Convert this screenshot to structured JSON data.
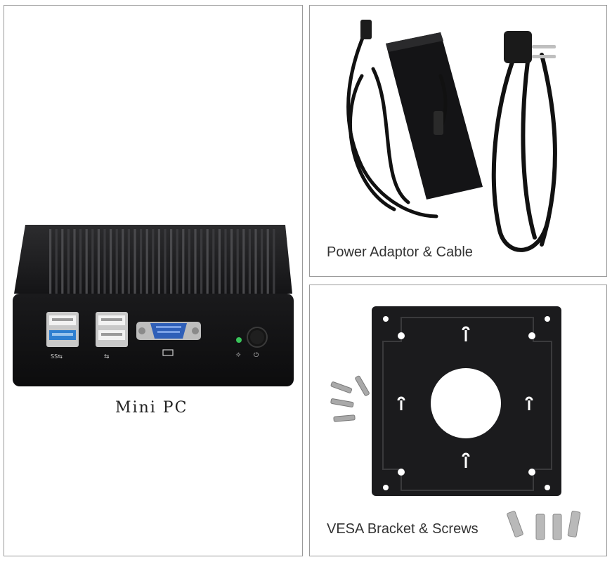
{
  "panels": {
    "mini_pc": {
      "caption": "Mini PC"
    },
    "power_adaptor": {
      "caption": "Power Adaptor & Cable"
    },
    "vesa_bracket": {
      "caption": "VESA Bracket & Screws"
    }
  },
  "colors": {
    "device_body": "#1c1c1e",
    "usb3_blue": "#2f7fd0",
    "vga_blue": "#2f5fb8",
    "led_green": "#39c45a",
    "panel_border": "#9a9a9a",
    "metal": "#a9a9a9"
  },
  "icons": {
    "usb3": "usb3-icon",
    "usb": "usb-icon",
    "vga": "vga-icon",
    "led": "led-indicator-icon",
    "power": "power-icon"
  }
}
